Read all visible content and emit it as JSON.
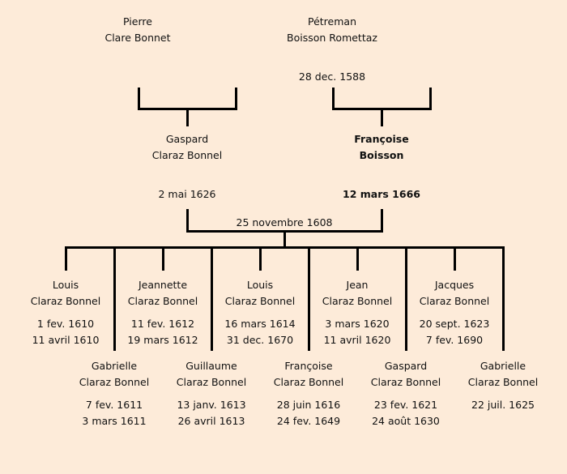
{
  "grandparents": [
    {
      "first": "Pierre",
      "last": "Clare Bonnet",
      "date": ""
    },
    {
      "first": "Pétreman",
      "last": "Boisson Romettaz",
      "date": "28 dec. 1588"
    }
  ],
  "parents": [
    {
      "first": "Gaspard",
      "last": "Claraz Bonnel",
      "date": "2 mai 1626",
      "bold": false
    },
    {
      "first": "Françoise",
      "last": "Boisson",
      "date": "12 mars 1666",
      "bold": true
    }
  ],
  "marriage_date": "25 novembre 1608",
  "children_row1": [
    {
      "first": "Louis",
      "last": "Claraz Bonnel",
      "birth": "1 fev. 1610",
      "death": "11 avril 1610"
    },
    {
      "first": "Jeannette",
      "last": "Claraz Bonnel",
      "birth": "11 fev. 1612",
      "death": "19 mars 1612"
    },
    {
      "first": "Louis",
      "last": "Claraz Bonnel",
      "birth": "16 mars 1614",
      "death": "31 dec. 1670"
    },
    {
      "first": "Jean",
      "last": "Claraz Bonnel",
      "birth": "3 mars 1620",
      "death": "11 avril 1620"
    },
    {
      "first": "Jacques",
      "last": "Claraz Bonnel",
      "birth": "20 sept. 1623",
      "death": "7 fev. 1690"
    }
  ],
  "children_row2": [
    {
      "first": "Gabrielle",
      "last": "Claraz Bonnel",
      "birth": "7 fev. 1611",
      "death": "3 mars 1611"
    },
    {
      "first": "Guillaume",
      "last": "Claraz Bonnel",
      "birth": "13 janv. 1613",
      "death": "26 avril 1613"
    },
    {
      "first": "Françoise",
      "last": "Claraz Bonnel",
      "birth": "28 juin 1616",
      "death": "24 fev. 1649"
    },
    {
      "first": "Gaspard",
      "last": "Claraz Bonnel",
      "birth": "23 fev. 1621",
      "death": "24 août 1630"
    },
    {
      "first": "Gabrielle",
      "last": "Claraz Bonnel",
      "birth": "22 juil. 1625",
      "death": ""
    }
  ]
}
